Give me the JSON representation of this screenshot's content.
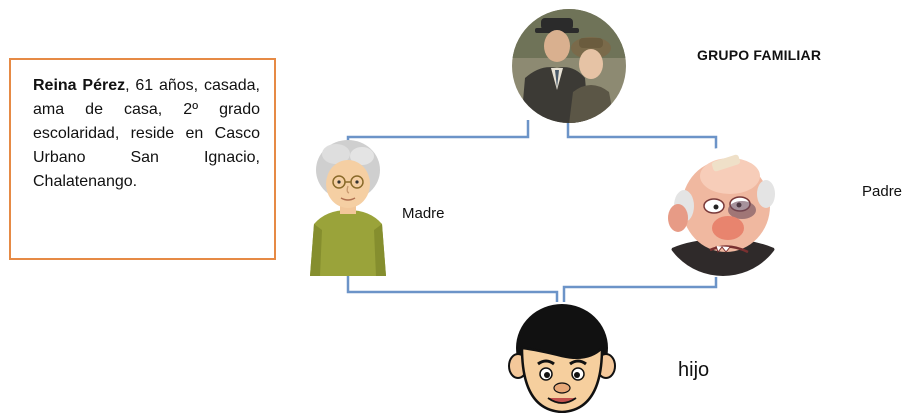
{
  "info_box": {
    "name": "Reina Pérez",
    "description": ", 61 años, casada, ama de casa, 2º grado escolaridad, reside en Casco Urbano San Ignacio, Chalatenango."
  },
  "title": "GRUPO FAMILIAR",
  "members": {
    "madre": "Madre",
    "padre": "Padre",
    "hijo": "hijo"
  },
  "colors": {
    "connector": "#6c94c8",
    "box_border": "#e68a45"
  },
  "icons": {
    "couple": "couple-photo-icon",
    "madre": "grandmother-icon",
    "padre": "grandfather-icon",
    "hijo": "boy-icon"
  }
}
